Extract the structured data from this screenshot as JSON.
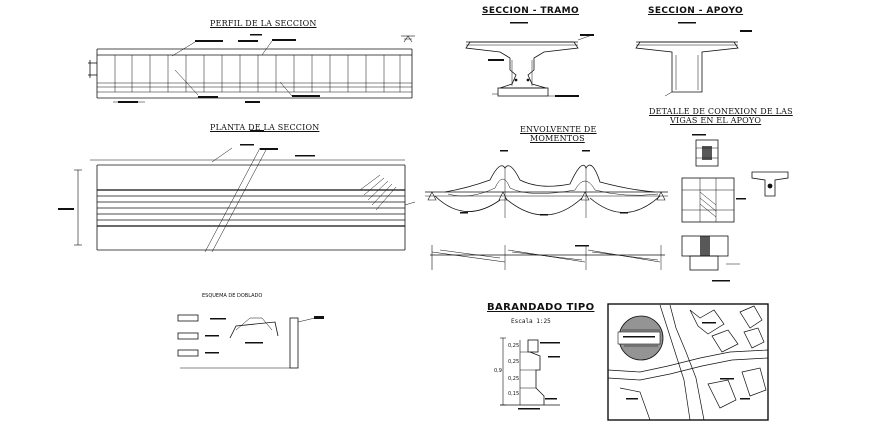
{
  "titles": {
    "perfil": "PERFIL DE LA SECCION",
    "seccion_tramo": "SECCION - TRAMO",
    "seccion_apoyo": "SECCION - APOYO",
    "planta": "PLANTA DE LA SECCION",
    "envolvente_1": "ENVOLVENTE DE",
    "envolvente_2": "MOMENTOS",
    "detalle_1": "DETALLE DE CONEXION DE LAS",
    "detalle_2": "VIGAS EN EL APOYO",
    "esquema": "ESQUEMA DE DOBLADO",
    "barandado": "BARANDADO TIPO",
    "escala": "Escala 1:25"
  },
  "dimensions": {
    "d1": "0,25",
    "d2": "0,25",
    "d3": "0,9",
    "d4": "0,25",
    "d5": "0,15"
  },
  "colors": {
    "line": "#111111",
    "paper": "#ffffff"
  }
}
